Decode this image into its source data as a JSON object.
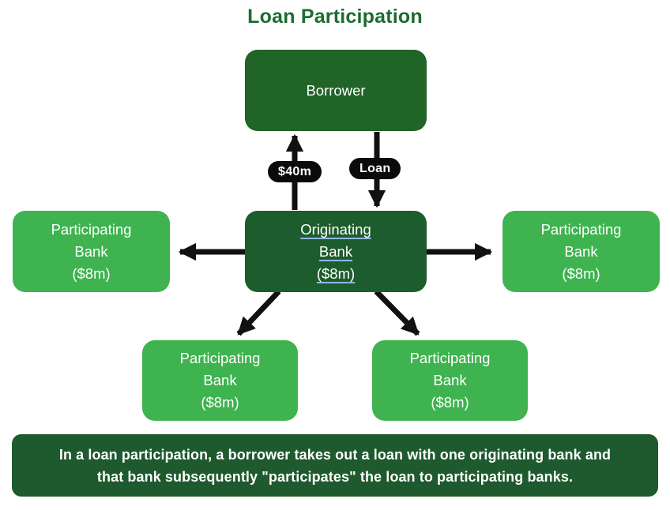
{
  "title": "Loan Participation",
  "nodes": {
    "borrower": {
      "label": "Borrower"
    },
    "originating_bank": {
      "label": "Originating\nBank\n($8m)",
      "style": "underlined-link"
    },
    "participating_left": {
      "label": "Participating\nBank\n($8m)"
    },
    "participating_right": {
      "label": "Participating\nBank\n($8m)"
    },
    "participating_bottom_left": {
      "label": "Participating\nBank\n($8m)"
    },
    "participating_bottom_right": {
      "label": "Participating\nBank\n($8m)"
    }
  },
  "flows": {
    "repayment": {
      "label": "$40m",
      "direction": "originating-bank-to-borrower"
    },
    "loan": {
      "label": "Loan",
      "direction": "borrower-to-originating-bank"
    },
    "participations": {
      "direction": "originating-bank-to-each-participating-bank"
    }
  },
  "caption": "In a loan participation, a borrower takes out a loan with one originating bank and\nthat bank subsequently \"participates\" the loan to participating banks.",
  "colors": {
    "title_green": "#1D6B2F",
    "dark_green_box": "#206428",
    "originating_box_green": "#1D5C2C",
    "light_green_box": "#3EB34F",
    "banner_green": "#1E5A2D",
    "arrow_black": "#111111",
    "pill_black": "#0B0B0B",
    "link_underline_blue": "#8FB9E2",
    "text_white": "#FFFFFF"
  }
}
